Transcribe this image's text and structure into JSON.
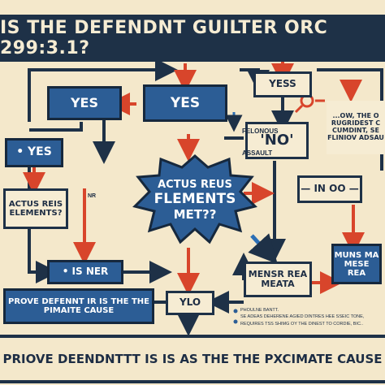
{
  "header": {
    "title": "IS THE DEFENDNT GUILTER ORC 299:3.1?"
  },
  "nodes": {
    "yes_left": "YES",
    "yes_center": "YES",
    "yess_top_right": "YESS",
    "yes_side": "• YES",
    "no_center": "'NO'",
    "in_oo": "— IN OO —",
    "actus_reis": "ACTUS REIS ELEMENTS?",
    "burst_line1": "ACTUS REUS",
    "burst_line2": "FLEMENTS",
    "burst_line3": "MET??",
    "is_ner": "• IS NER",
    "prove_defent": "PROVE DEFENNT IR IS THE THE PIMAITE CAUSE",
    "ylo": "YLO",
    "mensr_rea": "MENSR REA MEATA",
    "muns_ma": "MUNS MA MESE REA"
  },
  "labels": {
    "felonous": "FELONOUS",
    "assault": "ASSAULT",
    "nr": "NR",
    "note_lines": [
      "...OW, THE O",
      "RUGRIDEST C",
      "CUMDINT, SE",
      "FLINIOV ADSAU"
    ],
    "bullet_1": "PHOULNE BANTT.",
    "bullet_2": "SE ADEAS DEHERENE AGIED DINTRES HEE SSEIC TONE,",
    "bullet_3": "REQUIRES TSS SHIMG OY THE DINEST TO CORDIE, BIC.."
  },
  "footer": {
    "text": "PRIOVE DEENDNTTT IS IS AS THE THE PXCIMATE CAUSE"
  },
  "icons": {
    "magnifier": "magnifier-icon"
  },
  "colors": {
    "navy": "#1e3147",
    "blue": "#2c5d95",
    "red": "#d8452b",
    "cream": "#f4e8cb"
  }
}
